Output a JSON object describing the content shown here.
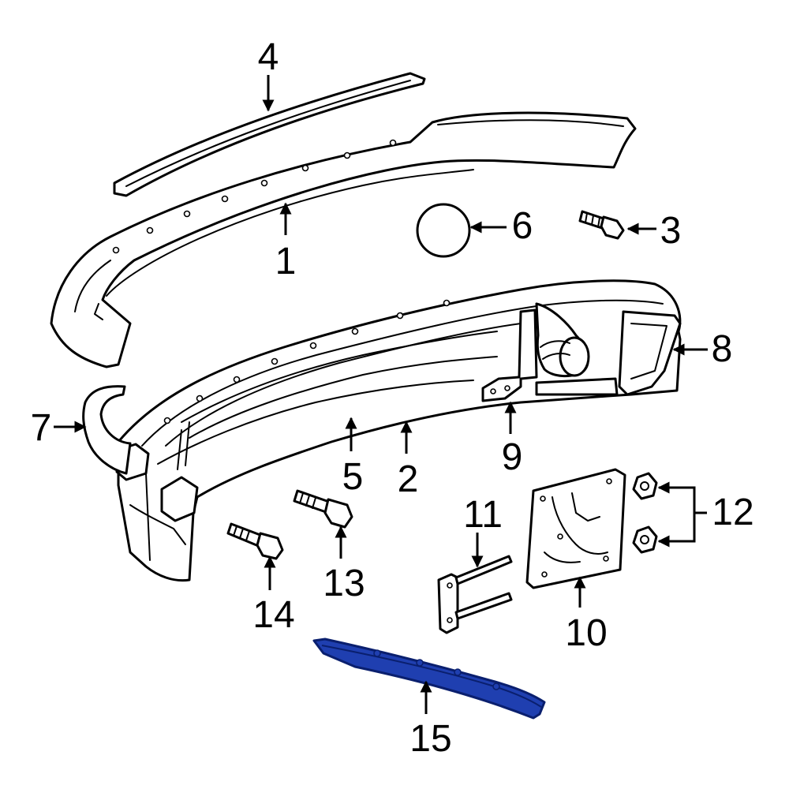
{
  "callouts": [
    {
      "id": "1",
      "label": "1"
    },
    {
      "id": "2",
      "label": "2"
    },
    {
      "id": "3",
      "label": "3"
    },
    {
      "id": "4",
      "label": "4"
    },
    {
      "id": "5",
      "label": "5"
    },
    {
      "id": "6",
      "label": "6"
    },
    {
      "id": "7",
      "label": "7"
    },
    {
      "id": "8",
      "label": "8"
    },
    {
      "id": "9",
      "label": "9"
    },
    {
      "id": "10",
      "label": "10"
    },
    {
      "id": "11",
      "label": "11"
    },
    {
      "id": "12",
      "label": "12"
    },
    {
      "id": "13",
      "label": "13"
    },
    {
      "id": "14",
      "label": "14"
    },
    {
      "id": "15",
      "label": "15"
    }
  ],
  "colors": {
    "line": "#000000",
    "background": "#ffffff",
    "highlight_fill": "#1f3fb0",
    "highlight_stroke": "#0a1f6e"
  },
  "highlighted_part": "15"
}
